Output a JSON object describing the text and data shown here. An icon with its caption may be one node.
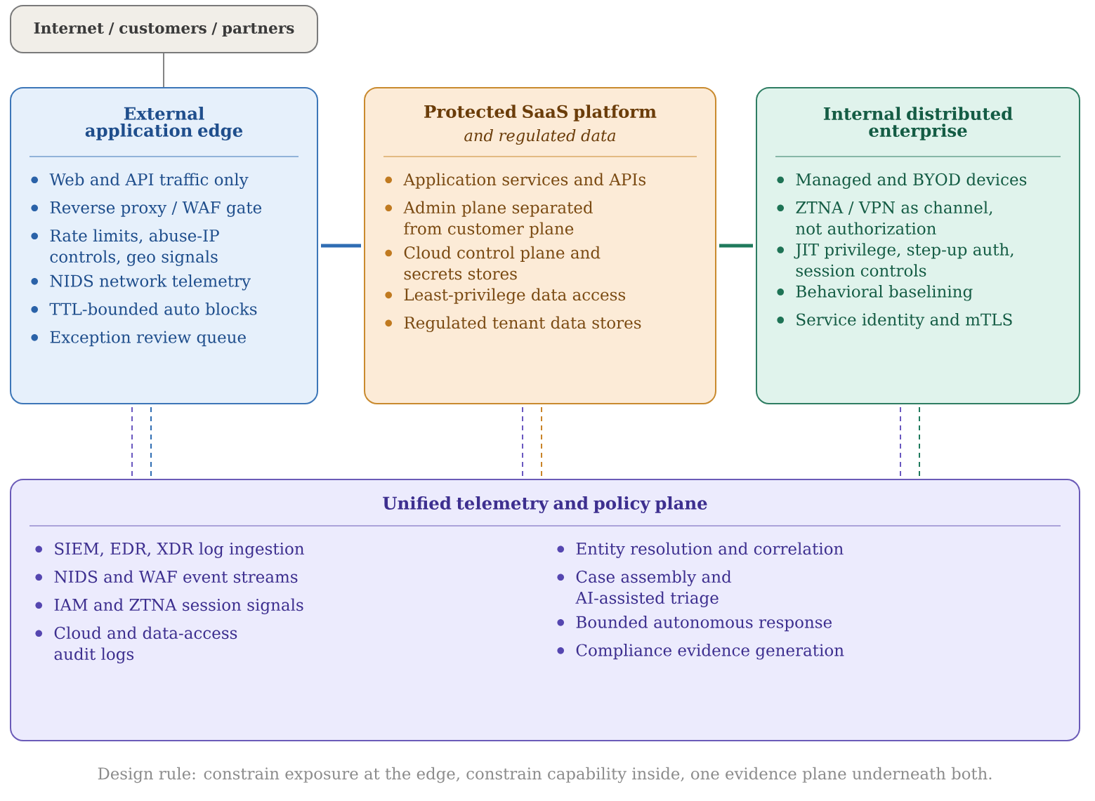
{
  "diagram": {
    "caption": "Design rule: constrain exposure at the edge, constrain capability inside, one evidence plane underneath both.",
    "nodes": [
      {
        "text": [
          "Internet / customers / partners"
        ]
      },
      {
        "text": [
          "External application edge",
          "Web and API traffic only",
          "Reverse proxy / WAF gate",
          "Rate limits, abuse-IP controls, geo signals",
          "NIDS network telemetry",
          "TTL-bounded auto blocks",
          "Exception review queue"
        ]
      },
      {
        "text": [
          "Protected SaaS platform",
          "and regulated data",
          "Application services and APIs",
          "Admin plane separated from customer plane",
          "Cloud control plane and secrets stores",
          "Least-privilege data access",
          "Regulated tenant data stores"
        ]
      },
      {
        "text": [
          "Internal distributed enterprise",
          "Managed and BYOD devices",
          "ZTNA / VPN as channel, not authorization",
          "JIT privilege, step-up auth, session controls",
          "Behavioral baselining",
          "Service identity and mTLS"
        ]
      },
      {
        "text": [
          "Unified telemetry and policy plane",
          "SIEM, EDR, XDR log ingestion",
          "NIDS and WAF event streams",
          "IAM and ZTNA session signals",
          "Cloud and data-access audit logs",
          "Entity resolution and correlation",
          "Case assembly and AI-assisted triage",
          "Bounded autonomous response",
          "Compliance evidence generation"
        ]
      }
    ],
    "edges": [
      {
        "from": 0,
        "to": 1,
        "arrow": "none",
        "color": "#666666"
      },
      {
        "from": 1,
        "to": 2,
        "arrow": "none",
        "style": "thick",
        "color": "#2f6db3"
      },
      {
        "from": 2,
        "to": 3,
        "arrow": "none",
        "style": "thick",
        "color": "#1f7a5c"
      },
      {
        "from": 1,
        "to": 4,
        "arrow": "none",
        "style": "dashed",
        "color": "#6a58c0"
      },
      {
        "from": 1,
        "to": 4,
        "arrow": "none",
        "style": "dashed",
        "color": "#2f6db3"
      },
      {
        "from": 2,
        "to": 4,
        "arrow": "none",
        "style": "dashed",
        "color": "#6a58c0"
      },
      {
        "from": 2,
        "to": 4,
        "arrow": "none",
        "style": "dashed",
        "color": "#c98428"
      },
      {
        "from": 3,
        "to": 4,
        "arrow": "none",
        "style": "dashed",
        "color": "#6a58c0"
      },
      {
        "from": 3,
        "to": 4,
        "arrow": "none",
        "style": "dashed",
        "color": "#1f7a5c"
      }
    ]
  }
}
